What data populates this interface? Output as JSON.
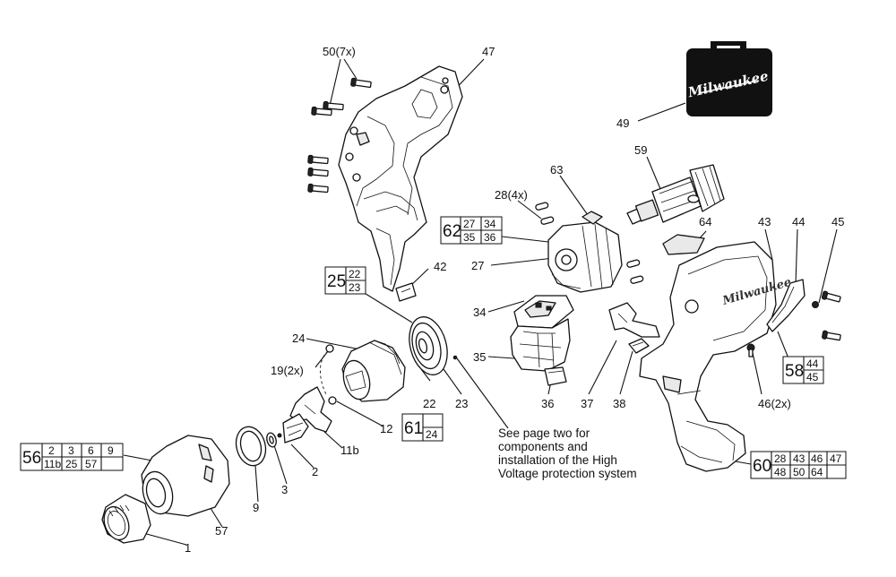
{
  "brand": {
    "logo_text": "Milwaukee"
  },
  "callouts": {
    "c1": "1",
    "c2": "2",
    "c3": "3",
    "c9": "9",
    "c11b": "11b",
    "c12": "12",
    "c19": "19(2x)",
    "c22": "22",
    "c23": "23",
    "c24": "24",
    "c27": "27",
    "c28": "28(4x)",
    "c34": "34",
    "c35": "35",
    "c36": "36",
    "c37": "37",
    "c38": "38",
    "c42": "42",
    "c43": "43",
    "c44": "44",
    "c45": "45",
    "c46": "46(2x)",
    "c47": "47",
    "c49": "49",
    "c50": "50(7x)",
    "c57": "57",
    "c59": "59",
    "c63": "63",
    "c64": "64"
  },
  "kits": {
    "k25": {
      "id": "25",
      "r1": [
        "22"
      ],
      "r2": [
        "23"
      ]
    },
    "k56": {
      "id": "56",
      "r1": [
        "2",
        "3",
        "6",
        "9"
      ],
      "r2": [
        "11b",
        "25",
        "57"
      ]
    },
    "k58": {
      "id": "58",
      "r1": [
        "44"
      ],
      "r2": [
        "45"
      ]
    },
    "k60": {
      "id": "60",
      "r1": [
        "28",
        "43",
        "46",
        "47"
      ],
      "r2": [
        "48",
        "50",
        "64"
      ]
    },
    "k61": {
      "id": "61",
      "r1": [
        "24"
      ]
    },
    "k62": {
      "id": "62",
      "r1": [
        "27",
        "34"
      ],
      "r2": [
        "35",
        "36"
      ]
    }
  },
  "note": {
    "line1": "See page two for",
    "line2": "components and",
    "line3": "installation of the High",
    "line4": "Voltage protection system"
  }
}
